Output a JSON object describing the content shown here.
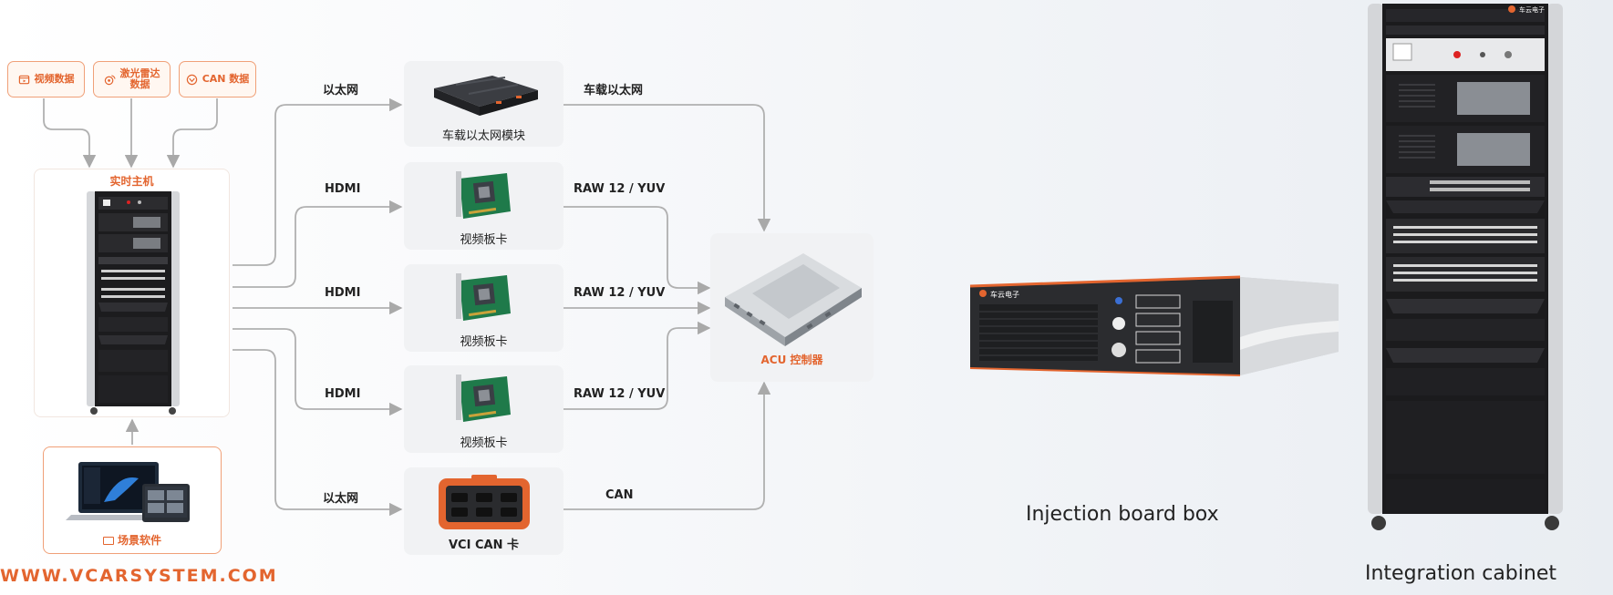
{
  "sources": [
    {
      "label": "视频数据",
      "icon": "video-icon"
    },
    {
      "label": "激光雷达\n数据",
      "icon": "radar-icon"
    },
    {
      "label": "CAN 数据",
      "icon": "can-icon"
    }
  ],
  "host": {
    "title": "实时主机"
  },
  "software": {
    "label": "场景软件",
    "icon": "monitor-icon"
  },
  "modules": [
    {
      "id": "ethernet-module",
      "caption": "车载以太网模块",
      "input_label": "以太网",
      "output_label": "车载以太网"
    },
    {
      "id": "video-card-1",
      "caption": "视频板卡",
      "input_label": "HDMI",
      "output_label": "RAW 12 / YUV"
    },
    {
      "id": "video-card-2",
      "caption": "视频板卡",
      "input_label": "HDMI",
      "output_label": "RAW 12 / YUV"
    },
    {
      "id": "video-card-3",
      "caption": "视频板卡",
      "input_label": "HDMI",
      "output_label": "RAW 12 / YUV"
    },
    {
      "id": "vci-can-card",
      "caption": "VCI CAN 卡",
      "input_label": "以太网",
      "output_label": "CAN"
    }
  ],
  "controller": {
    "caption": "ACU 控制器"
  },
  "website": "WWW.VCARSYSTEM.COM",
  "products": {
    "injection_box": "Injection board box",
    "cabinet": "Integration cabinet",
    "brand_text": "车云电子"
  },
  "colors": {
    "accent": "#e3652f",
    "line": "#aaaaaa",
    "panel": "#f1f2f4"
  }
}
